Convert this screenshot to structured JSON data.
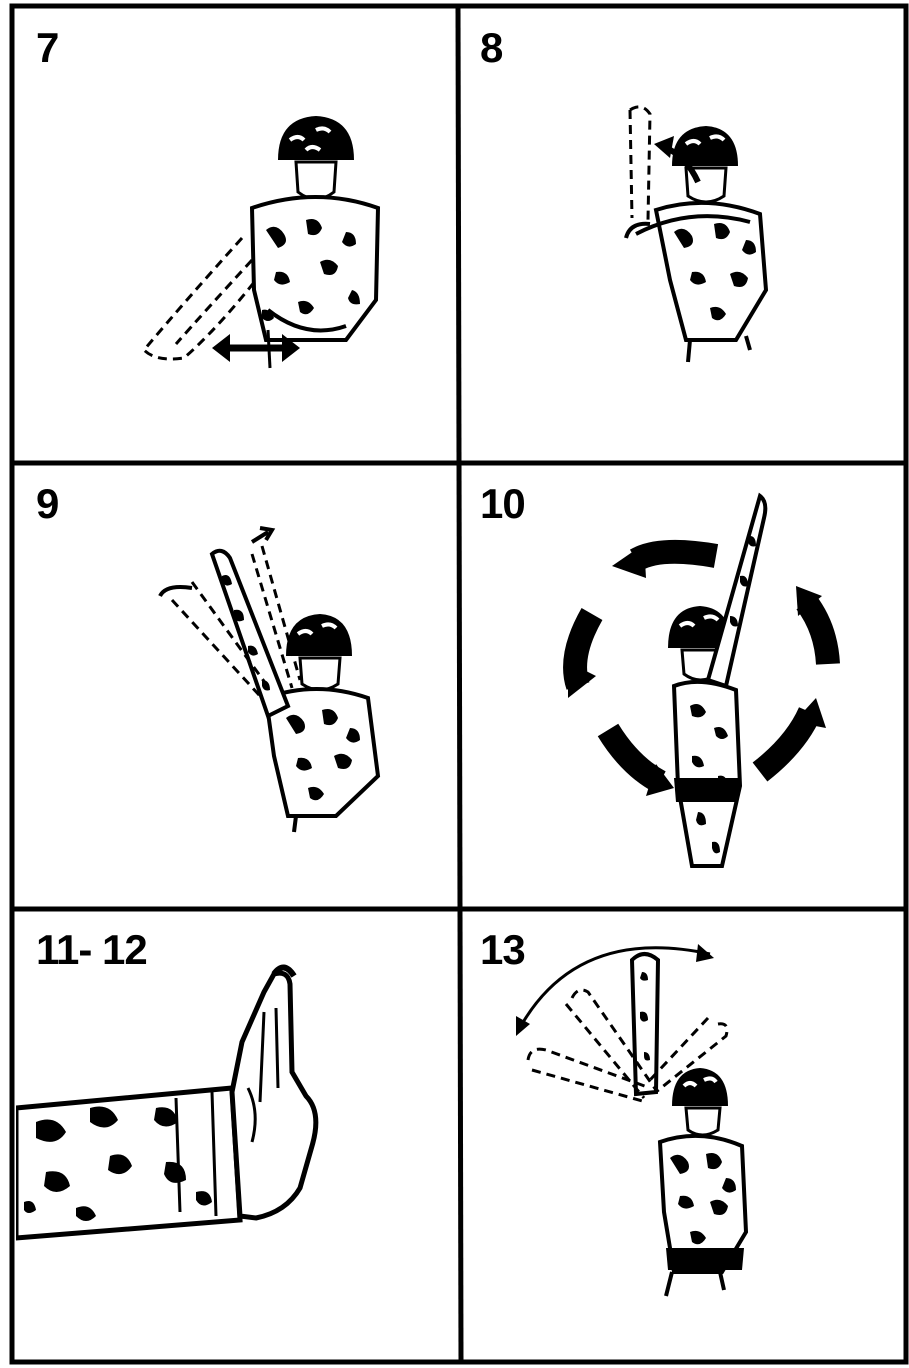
{
  "panels": [
    {
      "id": "p7",
      "label": "7"
    },
    {
      "id": "p8",
      "label": "8"
    },
    {
      "id": "p9",
      "label": "9"
    },
    {
      "id": "p10",
      "label": "10"
    },
    {
      "id": "p11",
      "label": "11- 12"
    },
    {
      "id": "p13",
      "label": "13"
    }
  ],
  "colors": {
    "ink": "#000000",
    "paper": "#ffffff"
  }
}
